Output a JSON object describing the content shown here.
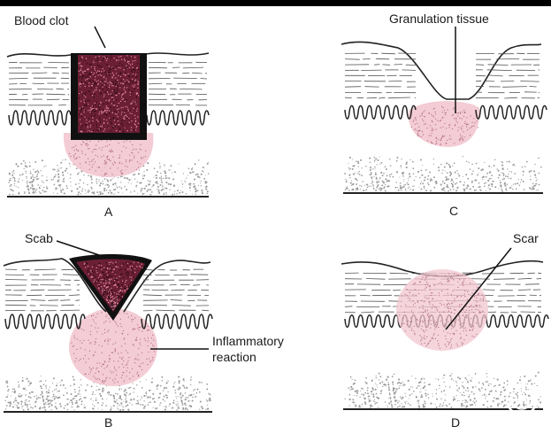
{
  "labels": {
    "blood_clot": "Blood clot",
    "granulation_tissue": "Granulation tissue",
    "scab": "Scab",
    "inflammatory_reaction": [
      "Inflammatory",
      "reaction"
    ],
    "scar": "Scar"
  },
  "panels": [
    "A",
    "B",
    "C",
    "D"
  ],
  "colors": {
    "skin_line": "#222222",
    "clot_dark": "#111111",
    "clot_fill": "#6b1f35",
    "pink_tissue": "#f2c6d0",
    "pink_dots": "#b06a80",
    "dermis_dots": "#9a9a9a",
    "frame_black": "#000000"
  },
  "icons": {
    "overlay": "play-circle-icon"
  }
}
